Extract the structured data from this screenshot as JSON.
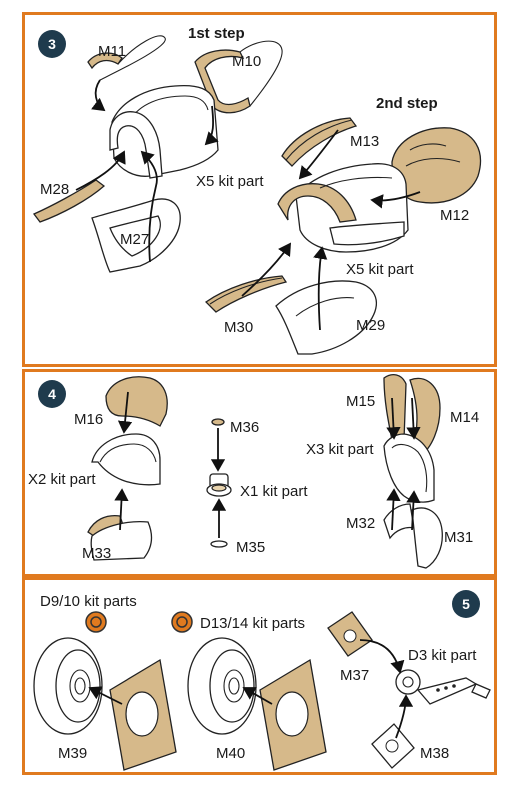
{
  "colors": {
    "border": "#e07a1f",
    "etch": "#d6b98a",
    "badge": "#1f3b4d"
  },
  "step3": {
    "number": "3",
    "step1": "1st step",
    "step2": "2nd step",
    "labels": [
      "M11",
      "M10",
      "M28",
      "M27",
      "X5 kit part",
      "M13",
      "M12",
      "X5 kit part",
      "M30",
      "M29"
    ]
  },
  "step4": {
    "number": "4",
    "labels": [
      "M16",
      "X2 kit part",
      "M33",
      "M36",
      "X1 kit part",
      "M35",
      "M15",
      "M14",
      "X3 kit part",
      "M32",
      "M31"
    ]
  },
  "step5": {
    "number": "5",
    "labels": [
      "D9/10 kit parts",
      "D13/14 kit parts",
      "M37",
      "D3 kit part",
      "M39",
      "M40",
      "M38"
    ]
  }
}
